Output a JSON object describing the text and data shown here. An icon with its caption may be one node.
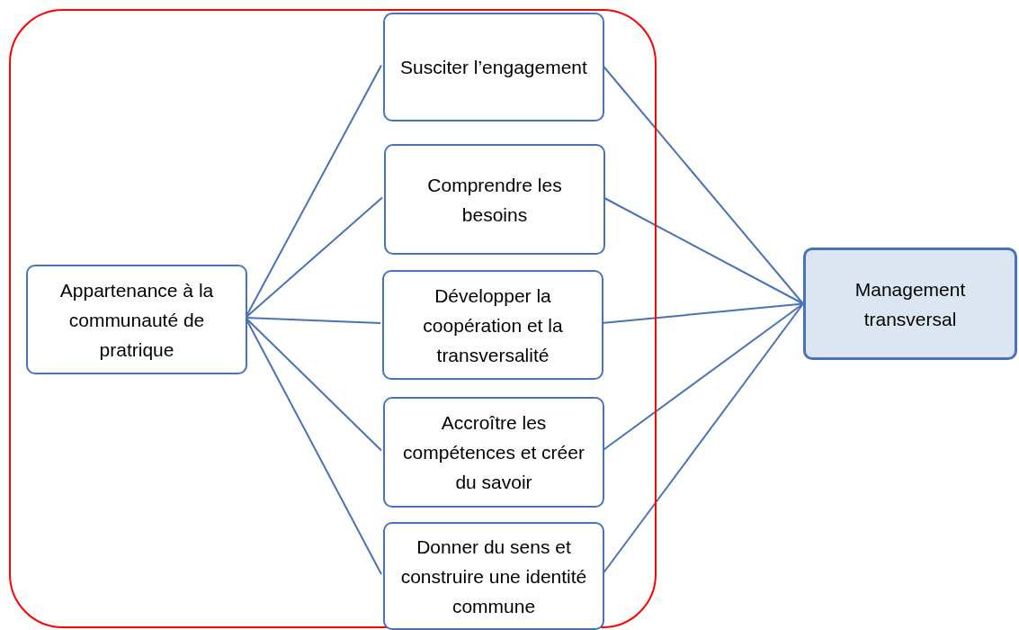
{
  "diagram": {
    "nodes": [
      {
        "text": [],
        "shape": "box"
      },
      {
        "text": [
          "Appartenance à la communauté de pratrique"
        ],
        "in": 0
      },
      {
        "text": [
          "Susciter l’engagement"
        ],
        "in": 0
      },
      {
        "text": [
          "Comprendre les besoins"
        ],
        "in": 0
      },
      {
        "text": [
          "Développer la coopération et la transversalité"
        ],
        "in": 0
      },
      {
        "text": [
          "Accroître les compétences et créer du savoir"
        ],
        "in": 0
      },
      {
        "text": [
          "Donner du sens et construire une identité commune"
        ],
        "in": 0
      },
      {
        "text": [
          "Management transversal"
        ]
      }
    ],
    "edges": [
      {
        "from": 1,
        "to": 2,
        "arrow": "none"
      },
      {
        "from": 1,
        "to": 3,
        "arrow": "none"
      },
      {
        "from": 1,
        "to": 4,
        "arrow": "none"
      },
      {
        "from": 1,
        "to": 5,
        "arrow": "none"
      },
      {
        "from": 1,
        "to": 6,
        "arrow": "none"
      },
      {
        "from": 2,
        "to": 7,
        "arrow": "none"
      },
      {
        "from": 3,
        "to": 7,
        "arrow": "none"
      },
      {
        "from": 4,
        "to": 7,
        "arrow": "none"
      },
      {
        "from": 5,
        "to": 7,
        "arrow": "none"
      },
      {
        "from": 6,
        "to": 7,
        "arrow": "none"
      }
    ]
  }
}
